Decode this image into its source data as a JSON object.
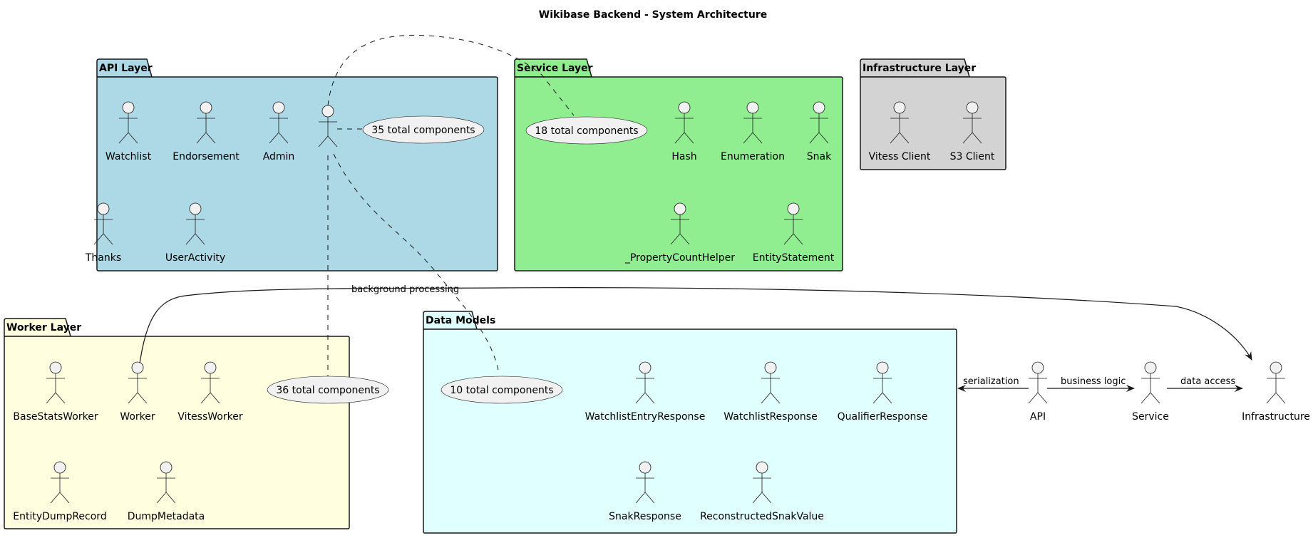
{
  "title": "Wikibase Backend - System Architecture",
  "packages": {
    "api": {
      "label": "API Layer",
      "color": "#ADD8E6",
      "actors": [
        "Watchlist",
        "Endorsement",
        "Admin",
        "Thanks",
        "UserActivity"
      ],
      "note": "35 total components"
    },
    "service": {
      "label": "Service Layer",
      "color": "#90EE90",
      "actors": [
        "Hash",
        "Enumeration",
        "Snak",
        "_PropertyCountHelper",
        "EntityStatement"
      ],
      "note": "18 total components"
    },
    "infrastructure": {
      "label": "Infrastructure Layer",
      "color": "#D3D3D3",
      "actors": [
        "Vitess Client",
        "S3 Client"
      ]
    },
    "worker": {
      "label": "Worker Layer",
      "color": "#FFFFE0",
      "actors": [
        "BaseStatsWorker",
        "Worker",
        "VitessWorker",
        "EntityDumpRecord",
        "DumpMetadata"
      ],
      "note": "36 total components"
    },
    "models": {
      "label": "Data Models",
      "color": "#E0FFFF",
      "actors": [
        "WatchlistEntryResponse",
        "WatchlistResponse",
        "QualifierResponse",
        "SnakResponse",
        "ReconstructedSnakValue"
      ],
      "note": "10 total components"
    }
  },
  "free_actors": [
    "API",
    "Service",
    "Infrastructure"
  ],
  "edges": {
    "serialization": "serialization",
    "business_logic": "business logic",
    "data_access": "data access",
    "background_processing": "background processing"
  }
}
